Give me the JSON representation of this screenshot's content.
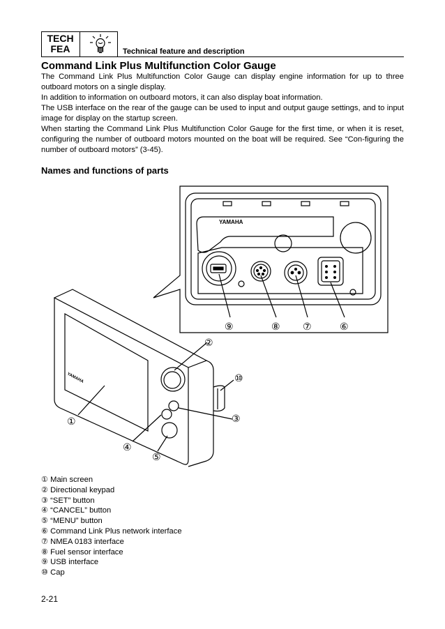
{
  "header": {
    "tech_line1": "TECH",
    "tech_line2": "FEA",
    "caption": "Technical feature and description",
    "icon": "lightbulb-icon"
  },
  "title": "Command Link Plus Multifunction Color Gauge",
  "paragraphs": [
    "The Command Link Plus Multifunction Color Gauge can display engine information for up to three outboard motors on a single display.",
    "In addition to information on outboard motors, it can also display boat information.",
    "The USB interface on the rear of the gauge can be used to input and output gauge settings, and to input image for display on the startup screen.",
    "When starting the Command Link Plus Multifunction Color Gauge for the first time, or when it is reset, configuring the number of outboard motors mounted on the boat will be required. See “Con-figuring the number of outboard motors” (3-45)."
  ],
  "subheading": "Names and functions of parts",
  "figure": {
    "brand": "YAMAHA",
    "callouts": [
      "①",
      "②",
      "③",
      "④",
      "⑤",
      "⑥",
      "⑦",
      "⑧",
      "⑨",
      "⑩"
    ]
  },
  "legend": [
    "① Main screen",
    "② Directional keypad",
    "③ “SET” button",
    "④ “CANCEL” button",
    "⑤ “MENU” button",
    "⑥ Command Link Plus network interface",
    "⑦ NMEA 0183 interface",
    "⑧ Fuel sensor interface",
    "⑨ USB interface",
    "⑩ Cap"
  ],
  "page_number": "2-21"
}
